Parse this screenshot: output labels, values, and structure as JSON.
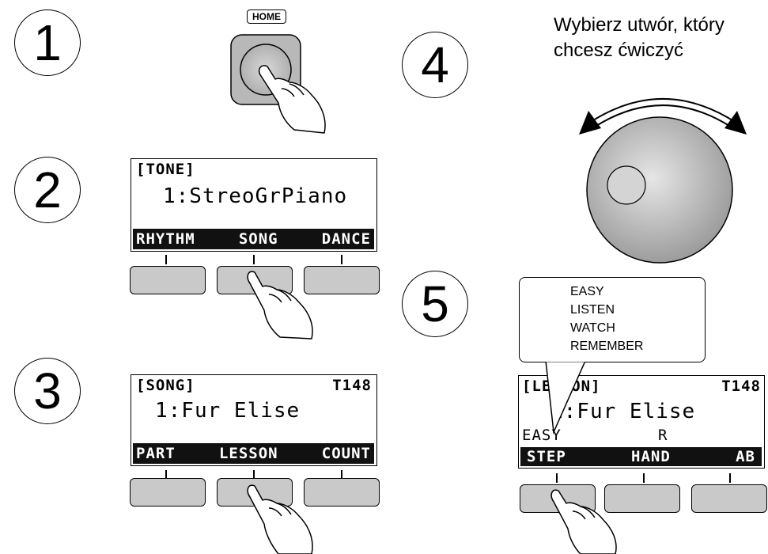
{
  "steps": {
    "s1": "1",
    "s2": "2",
    "s3": "3",
    "s4": "4",
    "s5": "5"
  },
  "home_button_label": "HOME",
  "instruction": {
    "line1": "Wybierz utwór, który",
    "line2": "chcesz ćwiczyć"
  },
  "tone_display": {
    "header": "[TONE]",
    "main": "1:StreoGrPiano",
    "softkeys": [
      "RHYTHM",
      "SONG",
      "DANCE"
    ]
  },
  "song_display": {
    "header": "[SONG]",
    "tempo": "T148",
    "main": "1:Fur Elise",
    "softkeys": [
      "PART",
      "LESSON",
      "COUNT"
    ]
  },
  "lesson_display": {
    "header": "[LESSON]",
    "tempo": "T148",
    "main": "1:Fur Elise",
    "mode": "EASY",
    "hand": "R",
    "softkeys": [
      "STEP",
      "HAND",
      "AB"
    ]
  },
  "lesson_options": [
    "EASY",
    "LISTEN",
    "WATCH",
    "REMEMBER"
  ],
  "colors": {
    "button_fill": "#c9c9c9",
    "softkey_bar": "#111111",
    "home_button": "#b8b8b8"
  }
}
